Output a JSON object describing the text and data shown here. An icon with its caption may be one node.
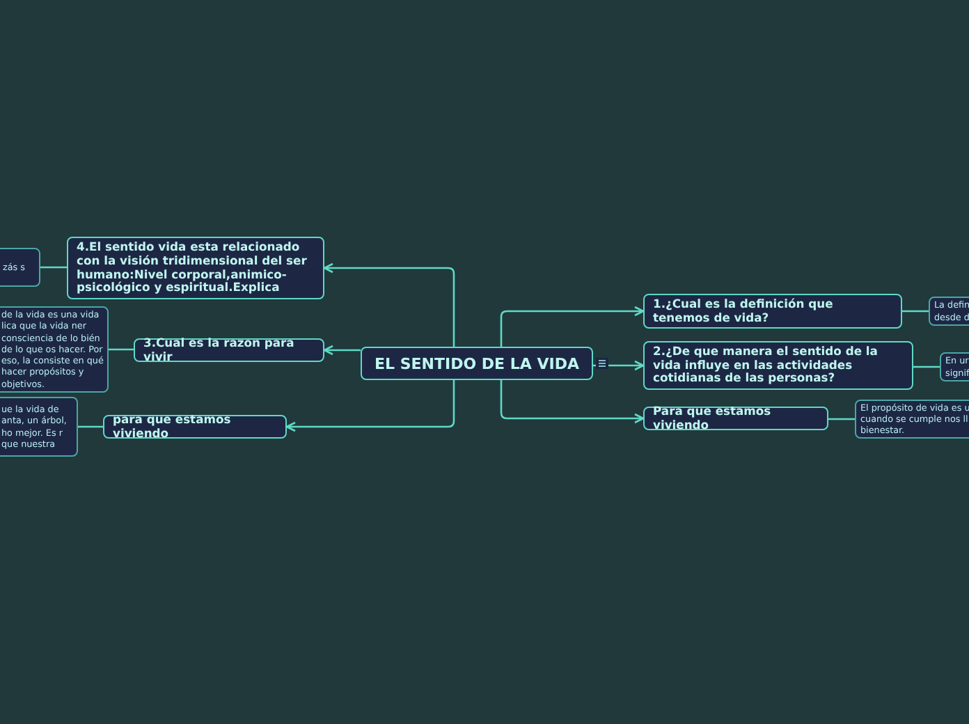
{
  "diagram": {
    "nodes": [
      {
        "text": [
          "EL SENTIDO DE LA VIDA"
        ]
      },
      {
        "text": [
          "4.El sentido vida esta relacionado con la visión tridimensional del ser humano:Nivel corporal,animico-psicológico y espiritual.Explica"
        ]
      },
      {
        "text": [
          "zás s"
        ]
      },
      {
        "text": [
          "3.Cual es la razon para vivir"
        ]
      },
      {
        "text": [
          "de la vida es una vida lica que la vida ner consciencia de lo bién de lo que os hacer. Por eso, la consiste en qué hacer propósitos y objetivos."
        ]
      },
      {
        "text": [
          "para que estamos viviendo"
        ]
      },
      {
        "text": [
          "ue la vida de anta, un árbol, ho mejor. Es r que nuestra"
        ]
      },
      {
        "text": [
          "1.¿Cual es la definición que tenemos de vida?"
        ]
      },
      {
        "text": [
          "La defin desde d"
        ]
      },
      {
        "text": [
          "2.¿De que manera el sentido de la vida influye en las actividades cotidianas de las personas?"
        ]
      },
      {
        "text": [
          "En ur signif"
        ]
      },
      {
        "text": [
          "Para que estamos viviendo"
        ]
      },
      {
        "text": [
          "El propósito de vida es u cuando se cumple nos ll bienestar."
        ]
      }
    ],
    "edges": [
      {
        "from": 0,
        "to": 1,
        "arrow": "to"
      },
      {
        "from": 0,
        "to": 3,
        "arrow": "to"
      },
      {
        "from": 0,
        "to": 5,
        "arrow": "to"
      },
      {
        "from": 0,
        "to": 7,
        "arrow": "to"
      },
      {
        "from": 0,
        "to": 9,
        "arrow": "to"
      },
      {
        "from": 0,
        "to": 11,
        "arrow": "to"
      },
      {
        "from": 1,
        "to": 2,
        "arrow": "none"
      },
      {
        "from": 3,
        "to": 4,
        "arrow": "none"
      },
      {
        "from": 5,
        "to": 6,
        "arrow": "none"
      },
      {
        "from": 7,
        "to": 8,
        "arrow": "none"
      },
      {
        "from": 9,
        "to": 10,
        "arrow": "none"
      },
      {
        "from": 11,
        "to": 12,
        "arrow": "none"
      }
    ]
  }
}
